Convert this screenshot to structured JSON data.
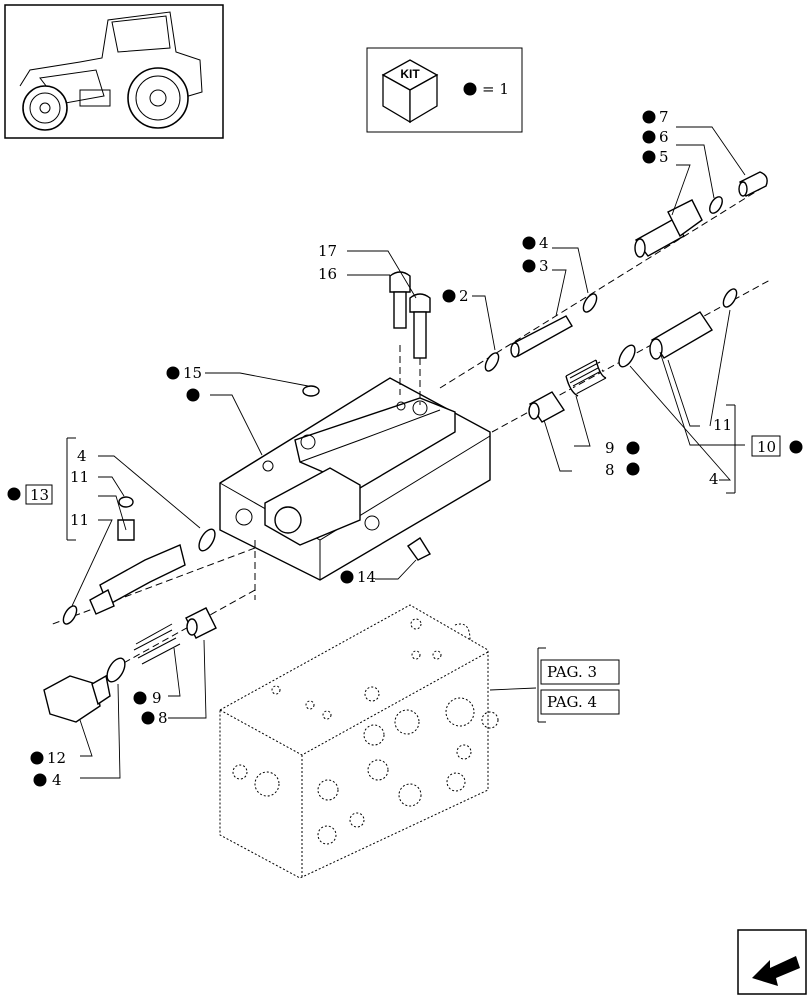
{
  "kit": {
    "label": "KIT",
    "legend": "= 1"
  },
  "callouts": {
    "n2": "2",
    "n3": "3",
    "n4a": "4",
    "n4b": "4",
    "n4c": "4",
    "n4d": "4",
    "n5": "5",
    "n6": "6",
    "n7": "7",
    "n8a": "8",
    "n8b": "8",
    "n9a": "9",
    "n9b": "9",
    "n10": "10",
    "n11a": "11",
    "n11b": "11",
    "n11c": "11",
    "n12": "12",
    "n13": "13",
    "n14": "14",
    "n15": "15",
    "n16": "16",
    "n17": "17"
  },
  "page_refs": {
    "ref1": "PAG. 3",
    "ref2": "PAG. 4"
  },
  "icons": {
    "thumbnail": "tractor-icon",
    "kit": "kit-box-icon",
    "nav": "next-page-arrow-icon"
  }
}
